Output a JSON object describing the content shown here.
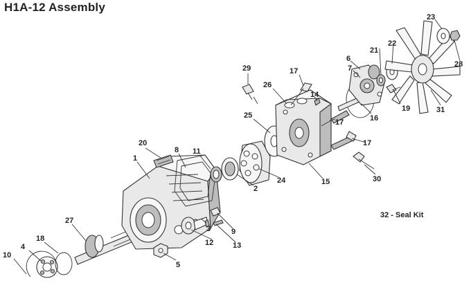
{
  "title": "H1A-12 Assembly",
  "seal_kit_label": "32 - Seal Kit",
  "callouts": {
    "c1": "1",
    "c2": "2",
    "c3": "3",
    "c4": "4",
    "c5": "5",
    "c6": "6",
    "c7": "7",
    "c8": "8",
    "c9": "9",
    "c10": "10",
    "c11": "11",
    "c12": "12",
    "c13": "13",
    "c14": "14",
    "c15": "15",
    "c16": "16",
    "c17a": "17",
    "c17b": "17",
    "c17c": "17",
    "c18": "18",
    "c19": "19",
    "c20": "20",
    "c21": "21",
    "c22": "22",
    "c23": "23",
    "c24": "24",
    "c25": "25",
    "c26": "26",
    "c27": "27",
    "c28": "28",
    "c29": "29",
    "c30": "30",
    "c31": "31"
  }
}
